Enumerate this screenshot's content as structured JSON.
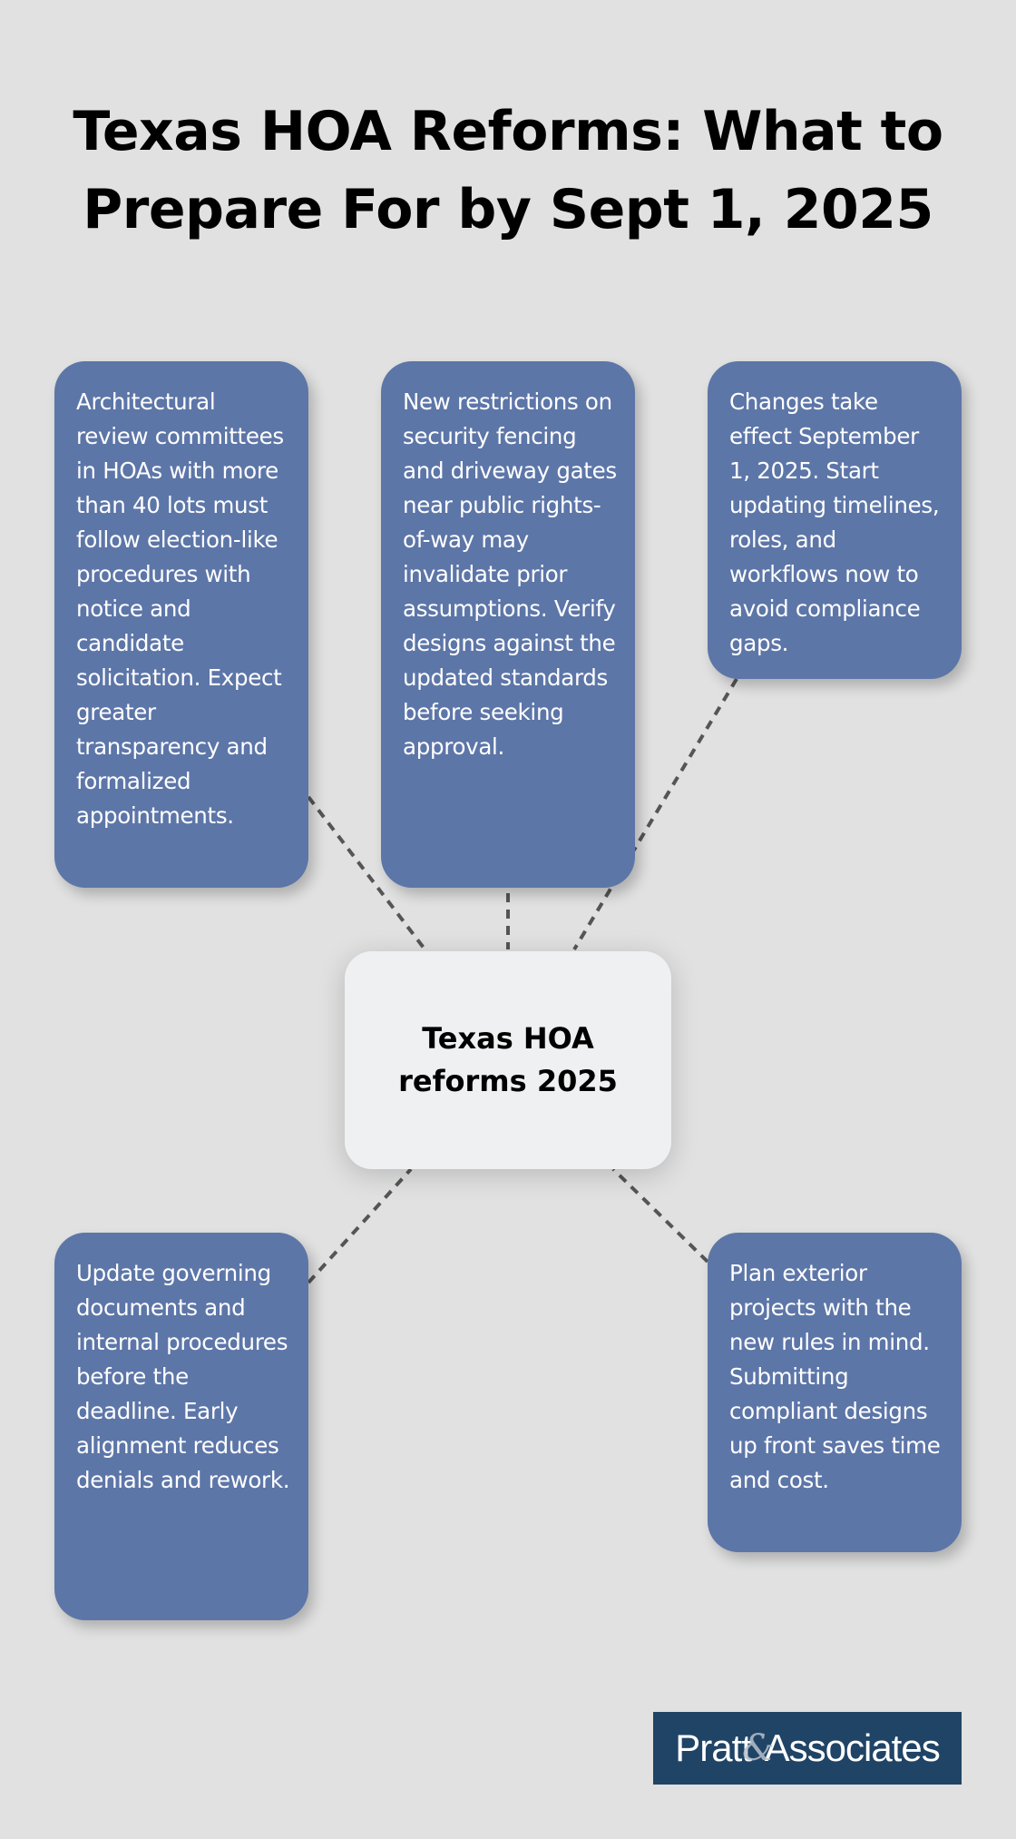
{
  "title": {
    "line1": "Texas HOA Reforms: What to",
    "line2": "Prepare For by Sept 1, 2025"
  },
  "center_node": {
    "line1": "Texas HOA",
    "line2": "reforms 2025"
  },
  "cards": [
    {
      "id": "architectural-review",
      "text": "Architectural review committees in HOAs with more than 40 lots must follow election-like procedures with notice and candidate solicitation. Expect greater transparency and formalized appointments."
    },
    {
      "id": "security-fencing",
      "text": "New restrictions on security fencing and driveway gates near public rights-of-way may invalidate prior assumptions. Verify designs against the updated standards before seeking approval."
    },
    {
      "id": "effective-date",
      "text": "Changes take effect September 1, 2025. Start updating timelines, roles, and workflows now to avoid compliance gaps."
    },
    {
      "id": "governing-documents",
      "text": "Update governing documents and internal procedures before the deadline. Early alignment reduces denials and rework."
    },
    {
      "id": "exterior-projects",
      "text": "Plan exterior projects with the new rules in mind. Submitting compliant designs up front saves time and cost."
    }
  ],
  "logo": {
    "part1": "Pratt",
    "amp": "&",
    "part2": "Associates"
  },
  "colors": {
    "background": "#E0E1E0",
    "card": "#5D76A8",
    "center": "#EFF0F1",
    "connector": "#555555",
    "logo_bg": "#204466"
  }
}
